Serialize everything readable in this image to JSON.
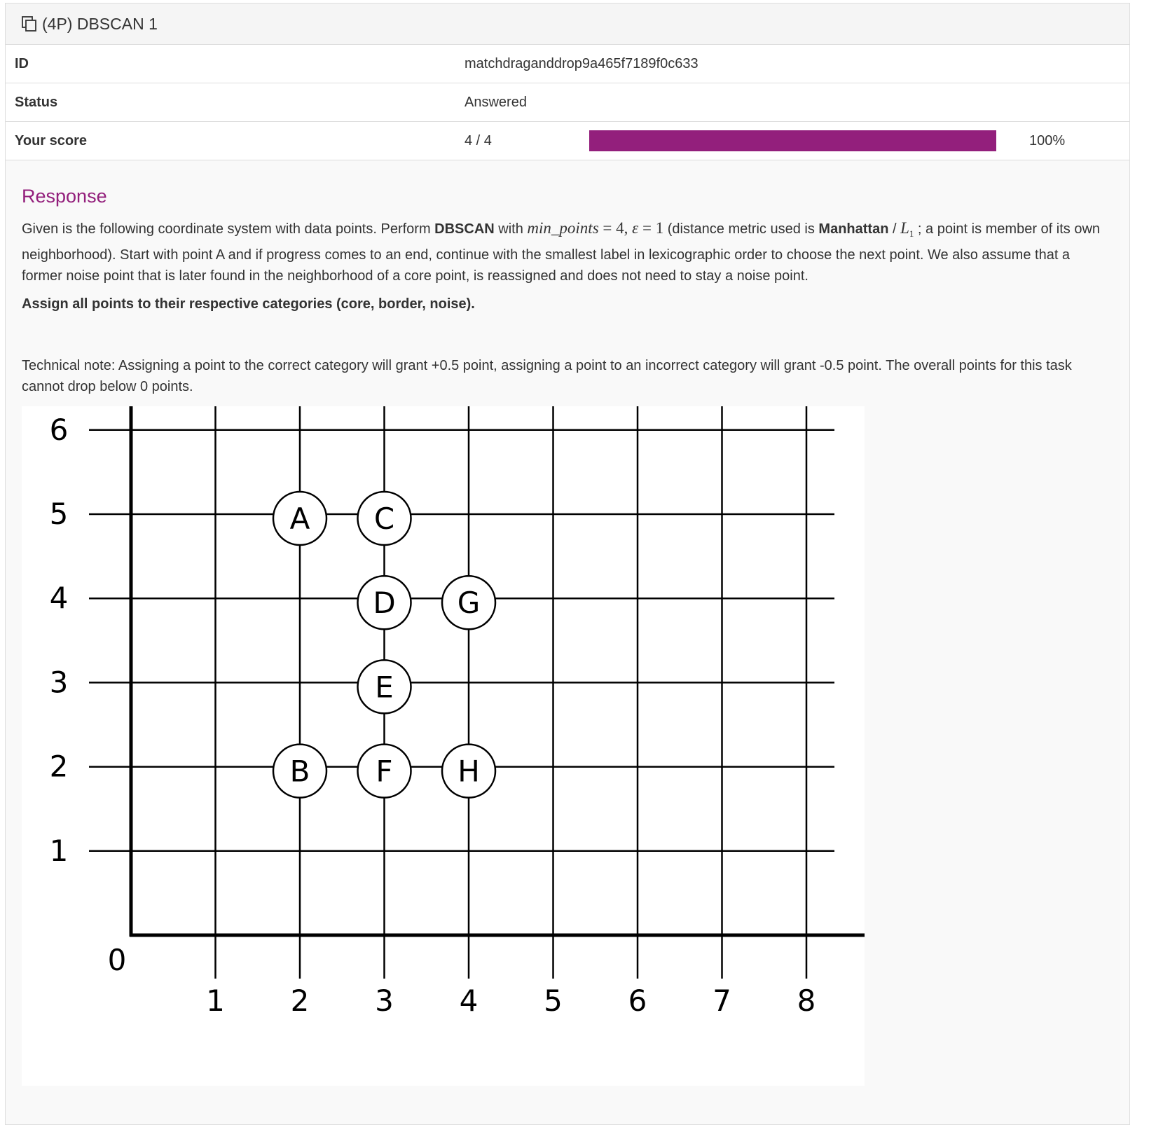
{
  "header": {
    "title": "(4P) DBSCAN 1",
    "icon": "copy-icon"
  },
  "info": {
    "id_label": "ID",
    "id_value": "matchdraganddrop9a465f7189f0c633",
    "status_label": "Status",
    "status_value": "Answered",
    "score_label": "Your score",
    "score_value": "4 / 4",
    "score_percent": "100%",
    "score_fraction": 1.0
  },
  "colors": {
    "accent": "#931f7c"
  },
  "response": {
    "title": "Response",
    "p1_a": "Given is the following coordinate system with data points. Perform ",
    "p1_dbscan": "DBSCAN",
    "p1_b": " with ",
    "p1_math1": "min_points",
    "p1_math2": " = 4, ",
    "p1_math3": "ε",
    "p1_math4": " = 1",
    "p1_c": " (distance metric used is ",
    "p1_manhattan": "Manhattan",
    "p1_d": " / ",
    "p1_l1": "L",
    "p1_l1_sub": "1",
    "p1_e": " ; a point is member of its own neighborhood). Start with point A and if progress comes to an end, continue with the smallest label in lexicographic order to choose the next point. We also assume that a former noise point that is later found in the neighborhood of a core point, is reassigned and does not need to stay a noise point.",
    "assign": "Assign all points to their respective categories (core, border, noise).",
    "tech_note": "Technical note: Assigning a point to the correct category will grant +0.5 point, assigning a point to an incorrect category will grant -0.5 point. The overall points for this task cannot drop below 0 points."
  },
  "figure": {
    "x_ticks": [
      "1",
      "2",
      "3",
      "4",
      "5",
      "6",
      "7",
      "8"
    ],
    "y_ticks": [
      "1",
      "2",
      "3",
      "4",
      "5",
      "6"
    ],
    "origin_label": "0",
    "points": [
      {
        "label": "A",
        "x": 2,
        "y": 5
      },
      {
        "label": "B",
        "x": 2,
        "y": 2
      },
      {
        "label": "C",
        "x": 3,
        "y": 5
      },
      {
        "label": "D",
        "x": 3,
        "y": 4
      },
      {
        "label": "E",
        "x": 3,
        "y": 3
      },
      {
        "label": "F",
        "x": 3,
        "y": 2
      },
      {
        "label": "G",
        "x": 4,
        "y": 4
      },
      {
        "label": "H",
        "x": 4,
        "y": 2
      }
    ]
  }
}
